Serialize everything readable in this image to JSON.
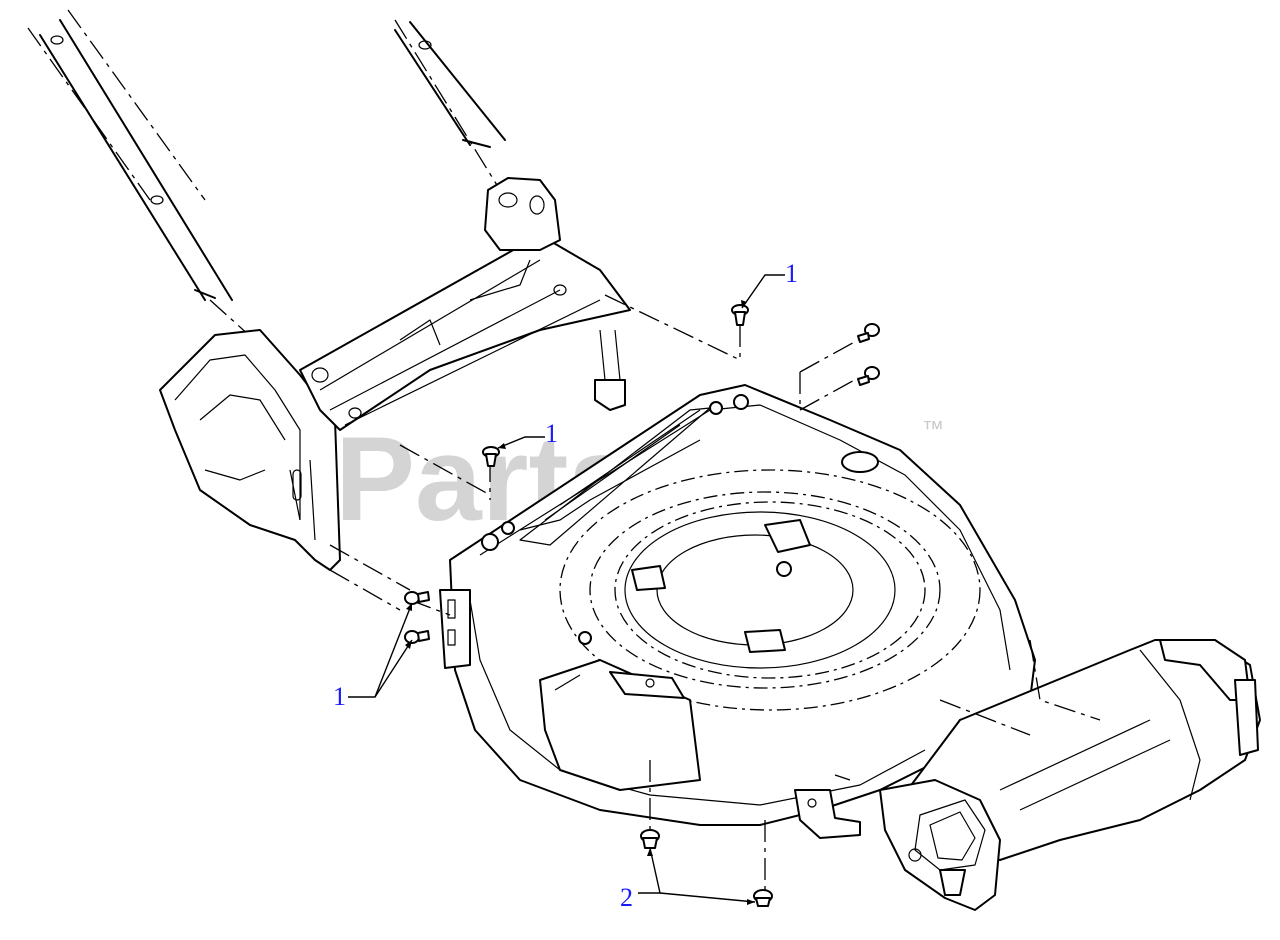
{
  "watermark": {
    "text": "PartsTree",
    "trademark": "™"
  },
  "callouts": [
    {
      "id": "callout-1-top-right",
      "label": "1"
    },
    {
      "id": "callout-1-center",
      "label": "1"
    },
    {
      "id": "callout-1-left",
      "label": "1"
    },
    {
      "id": "callout-2-bottom",
      "label": "2"
    }
  ],
  "colors": {
    "line": "#000000",
    "callout": "#1a1aff",
    "watermark": "#d4d4d4",
    "background": "#ffffff"
  }
}
